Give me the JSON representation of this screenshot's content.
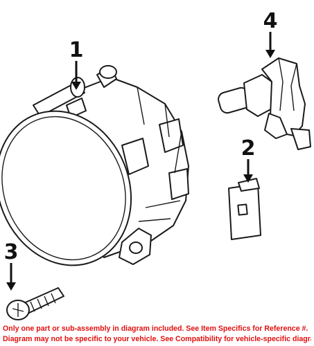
{
  "callouts": [
    {
      "id": "1",
      "label": "1"
    },
    {
      "id": "2",
      "label": "2"
    },
    {
      "id": "3",
      "label": "3"
    },
    {
      "id": "4",
      "label": "4"
    }
  ],
  "parts": [
    {
      "callout": "1",
      "icon": "fog-lamp-assembly-icon"
    },
    {
      "callout": "2",
      "icon": "retainer-clip-icon"
    },
    {
      "callout": "3",
      "icon": "phillips-screw-icon"
    },
    {
      "callout": "4",
      "icon": "bulb-icon"
    }
  ],
  "footer": {
    "line1": "Only one part or sub-assembly in diagram included. See Item Specifics for Reference #.",
    "line2": "Diagram may not be specific to your vehicle. See Compatibility for vehicle-specific diagrams."
  },
  "colors": {
    "footer_text": "#e01010",
    "line_art": "#1a1a1a",
    "background": "#ffffff"
  }
}
